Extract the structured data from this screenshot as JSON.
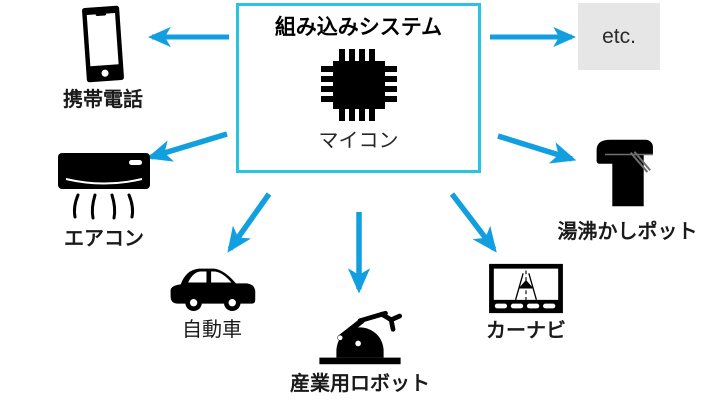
{
  "diagram": {
    "title_visible": false,
    "colors": {
      "arrow": "#119fe0",
      "box_border": "#2bc4e0",
      "etc_background": "#e6e6e6",
      "icon": "#000000",
      "text": "#1a1a1a"
    },
    "center": {
      "title": "組み込みシステム",
      "subtitle": "マイコン",
      "icon": "microchip-icon"
    },
    "etc": {
      "label": "etc."
    },
    "nodes": [
      {
        "id": "phone",
        "label": "携帯電話",
        "icon": "smartphone-icon",
        "weight": "bold"
      },
      {
        "id": "ac",
        "label": "エアコン",
        "icon": "air-conditioner-icon",
        "weight": "bold"
      },
      {
        "id": "car",
        "label": "自動車",
        "icon": "car-icon",
        "weight": "regular"
      },
      {
        "id": "robot",
        "label": "産業用ロボット",
        "icon": "industrial-robot-icon",
        "weight": "bold"
      },
      {
        "id": "nav",
        "label": "カーナビ",
        "icon": "car-navigation-icon",
        "weight": "bold"
      },
      {
        "id": "kettle",
        "label": "湯沸かしポット",
        "icon": "electric-kettle-icon",
        "weight": "bold"
      }
    ],
    "arrows": [
      {
        "id": "to-phone",
        "from": "center",
        "to": "phone",
        "direction": "left"
      },
      {
        "id": "to-etc",
        "from": "center",
        "to": "etc",
        "direction": "right"
      },
      {
        "id": "to-ac",
        "from": "center",
        "to": "ac",
        "direction": "down-left"
      },
      {
        "id": "to-kettle",
        "from": "center",
        "to": "kettle",
        "direction": "down-right"
      },
      {
        "id": "to-car",
        "from": "center",
        "to": "car",
        "direction": "down-left"
      },
      {
        "id": "to-robot",
        "from": "center",
        "to": "robot",
        "direction": "down"
      },
      {
        "id": "to-nav",
        "from": "center",
        "to": "nav",
        "direction": "down-right"
      }
    ]
  }
}
